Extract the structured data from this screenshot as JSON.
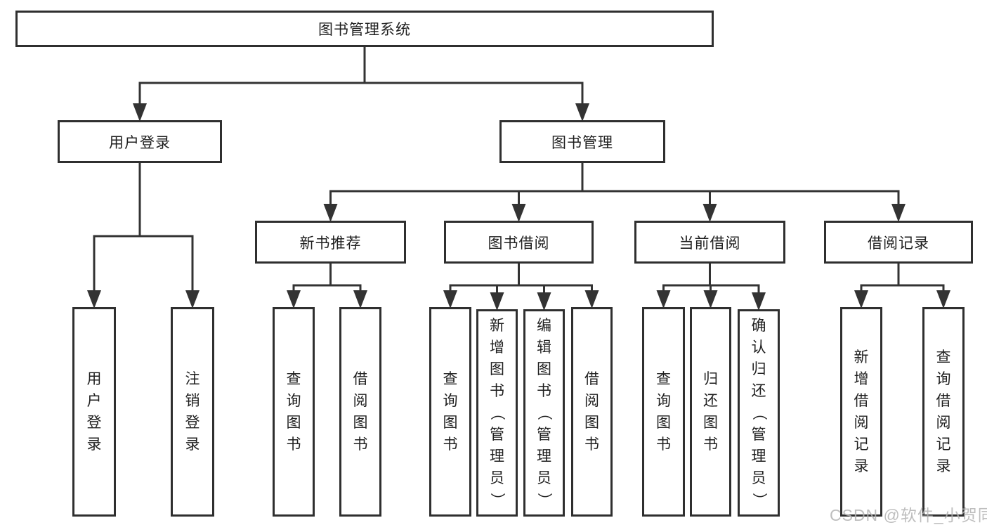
{
  "diagram": {
    "nodes": [
      {
        "id": "root",
        "label": "图书管理系统",
        "orientation": "horizontal"
      },
      {
        "id": "user-login",
        "label": "用户登录",
        "orientation": "horizontal"
      },
      {
        "id": "book-mgmt",
        "label": "图书管理",
        "orientation": "horizontal"
      },
      {
        "id": "new-rec",
        "label": "新书推荐",
        "orientation": "horizontal"
      },
      {
        "id": "book-borrow",
        "label": "图书借阅",
        "orientation": "horizontal"
      },
      {
        "id": "current-borrow",
        "label": "当前借阅",
        "orientation": "horizontal"
      },
      {
        "id": "borrow-records",
        "label": "借阅记录",
        "orientation": "horizontal"
      },
      {
        "id": "leaf-user-login",
        "label": "用户登录",
        "orientation": "vertical"
      },
      {
        "id": "leaf-logout",
        "label": "注销登录",
        "orientation": "vertical"
      },
      {
        "id": "leaf-rec-query",
        "label": "查询图书",
        "orientation": "vertical"
      },
      {
        "id": "leaf-rec-borrow",
        "label": "借阅图书",
        "orientation": "vertical"
      },
      {
        "id": "leaf-bb-query",
        "label": "查询图书",
        "orientation": "vertical"
      },
      {
        "id": "leaf-bb-add",
        "label": "新增图书（管理员）",
        "orientation": "vertical"
      },
      {
        "id": "leaf-bb-edit",
        "label": "编辑图书（管理员）",
        "orientation": "vertical"
      },
      {
        "id": "leaf-bb-borrow",
        "label": "借阅图书",
        "orientation": "vertical"
      },
      {
        "id": "leaf-cb-query",
        "label": "查询图书",
        "orientation": "vertical"
      },
      {
        "id": "leaf-cb-return",
        "label": "归还图书",
        "orientation": "vertical"
      },
      {
        "id": "leaf-cb-confirm",
        "label": "确认归还（管理员）",
        "orientation": "vertical"
      },
      {
        "id": "leaf-br-add",
        "label": "新增借阅记录",
        "orientation": "vertical"
      },
      {
        "id": "leaf-br-query",
        "label": "查询借阅记录",
        "orientation": "vertical"
      }
    ],
    "edges": [
      {
        "from": "root",
        "to": [
          "user-login",
          "book-mgmt"
        ]
      },
      {
        "from": "user-login",
        "to": [
          "leaf-user-login",
          "leaf-logout"
        ]
      },
      {
        "from": "book-mgmt",
        "to": [
          "new-rec",
          "book-borrow",
          "current-borrow",
          "borrow-records"
        ]
      },
      {
        "from": "new-rec",
        "to": [
          "leaf-rec-query",
          "leaf-rec-borrow"
        ]
      },
      {
        "from": "book-borrow",
        "to": [
          "leaf-bb-query",
          "leaf-bb-add",
          "leaf-bb-edit",
          "leaf-bb-borrow"
        ]
      },
      {
        "from": "current-borrow",
        "to": [
          "leaf-cb-query",
          "leaf-cb-return",
          "leaf-cb-confirm"
        ]
      },
      {
        "from": "borrow-records",
        "to": [
          "leaf-br-add",
          "leaf-br-query"
        ]
      }
    ]
  },
  "watermark": {
    "text": "CSDN @软件_小贺同学"
  },
  "colors": {
    "line": "#333333",
    "box_border": "#2f2f2f",
    "text": "#1f1f1f",
    "background": "#ffffff",
    "watermark": "#b3b3b3"
  }
}
